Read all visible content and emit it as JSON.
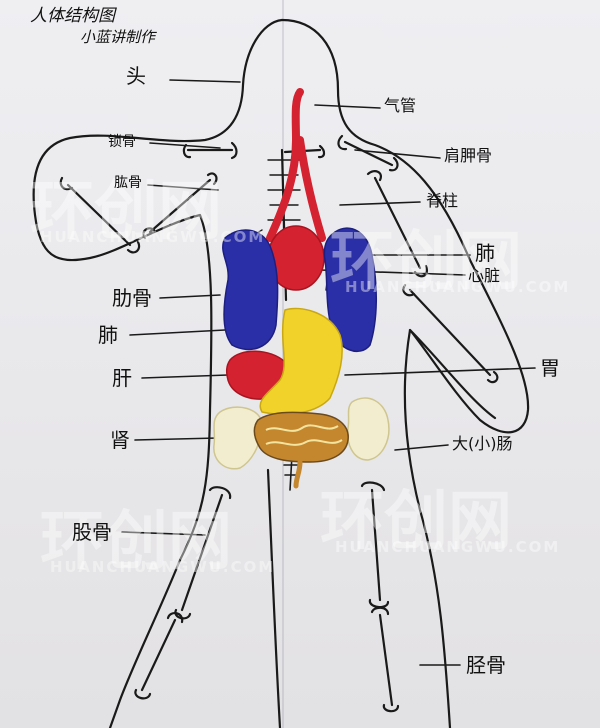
{
  "title": "人体结构图",
  "subtitle": "小蓝讲制作",
  "labels": {
    "head": "头",
    "clavicle": "锁骨",
    "humerus": "肱骨",
    "trachea": "气管",
    "scapula": "肩胛骨",
    "spine": "脊柱",
    "lung_right": "肺",
    "heart": "心脏",
    "ribs": "肋骨",
    "lung_left": "肺",
    "liver": "肝",
    "stomach": "胃",
    "kidney": "肾",
    "intestine": "大(小)肠",
    "femur": "股骨",
    "tibia": "胫骨"
  },
  "watermark": {
    "cn": "环创网",
    "en": "HUANCHUANGWU.COM"
  },
  "colors": {
    "lungs": "#2a2fa8",
    "heart": "#d42230",
    "trachea": "#d42230",
    "liver": "#d42230",
    "stomach": "#f1d22a",
    "kidneys": "#f2edcf",
    "intestine": "#c4872e",
    "outline": "#1a1a1a"
  }
}
